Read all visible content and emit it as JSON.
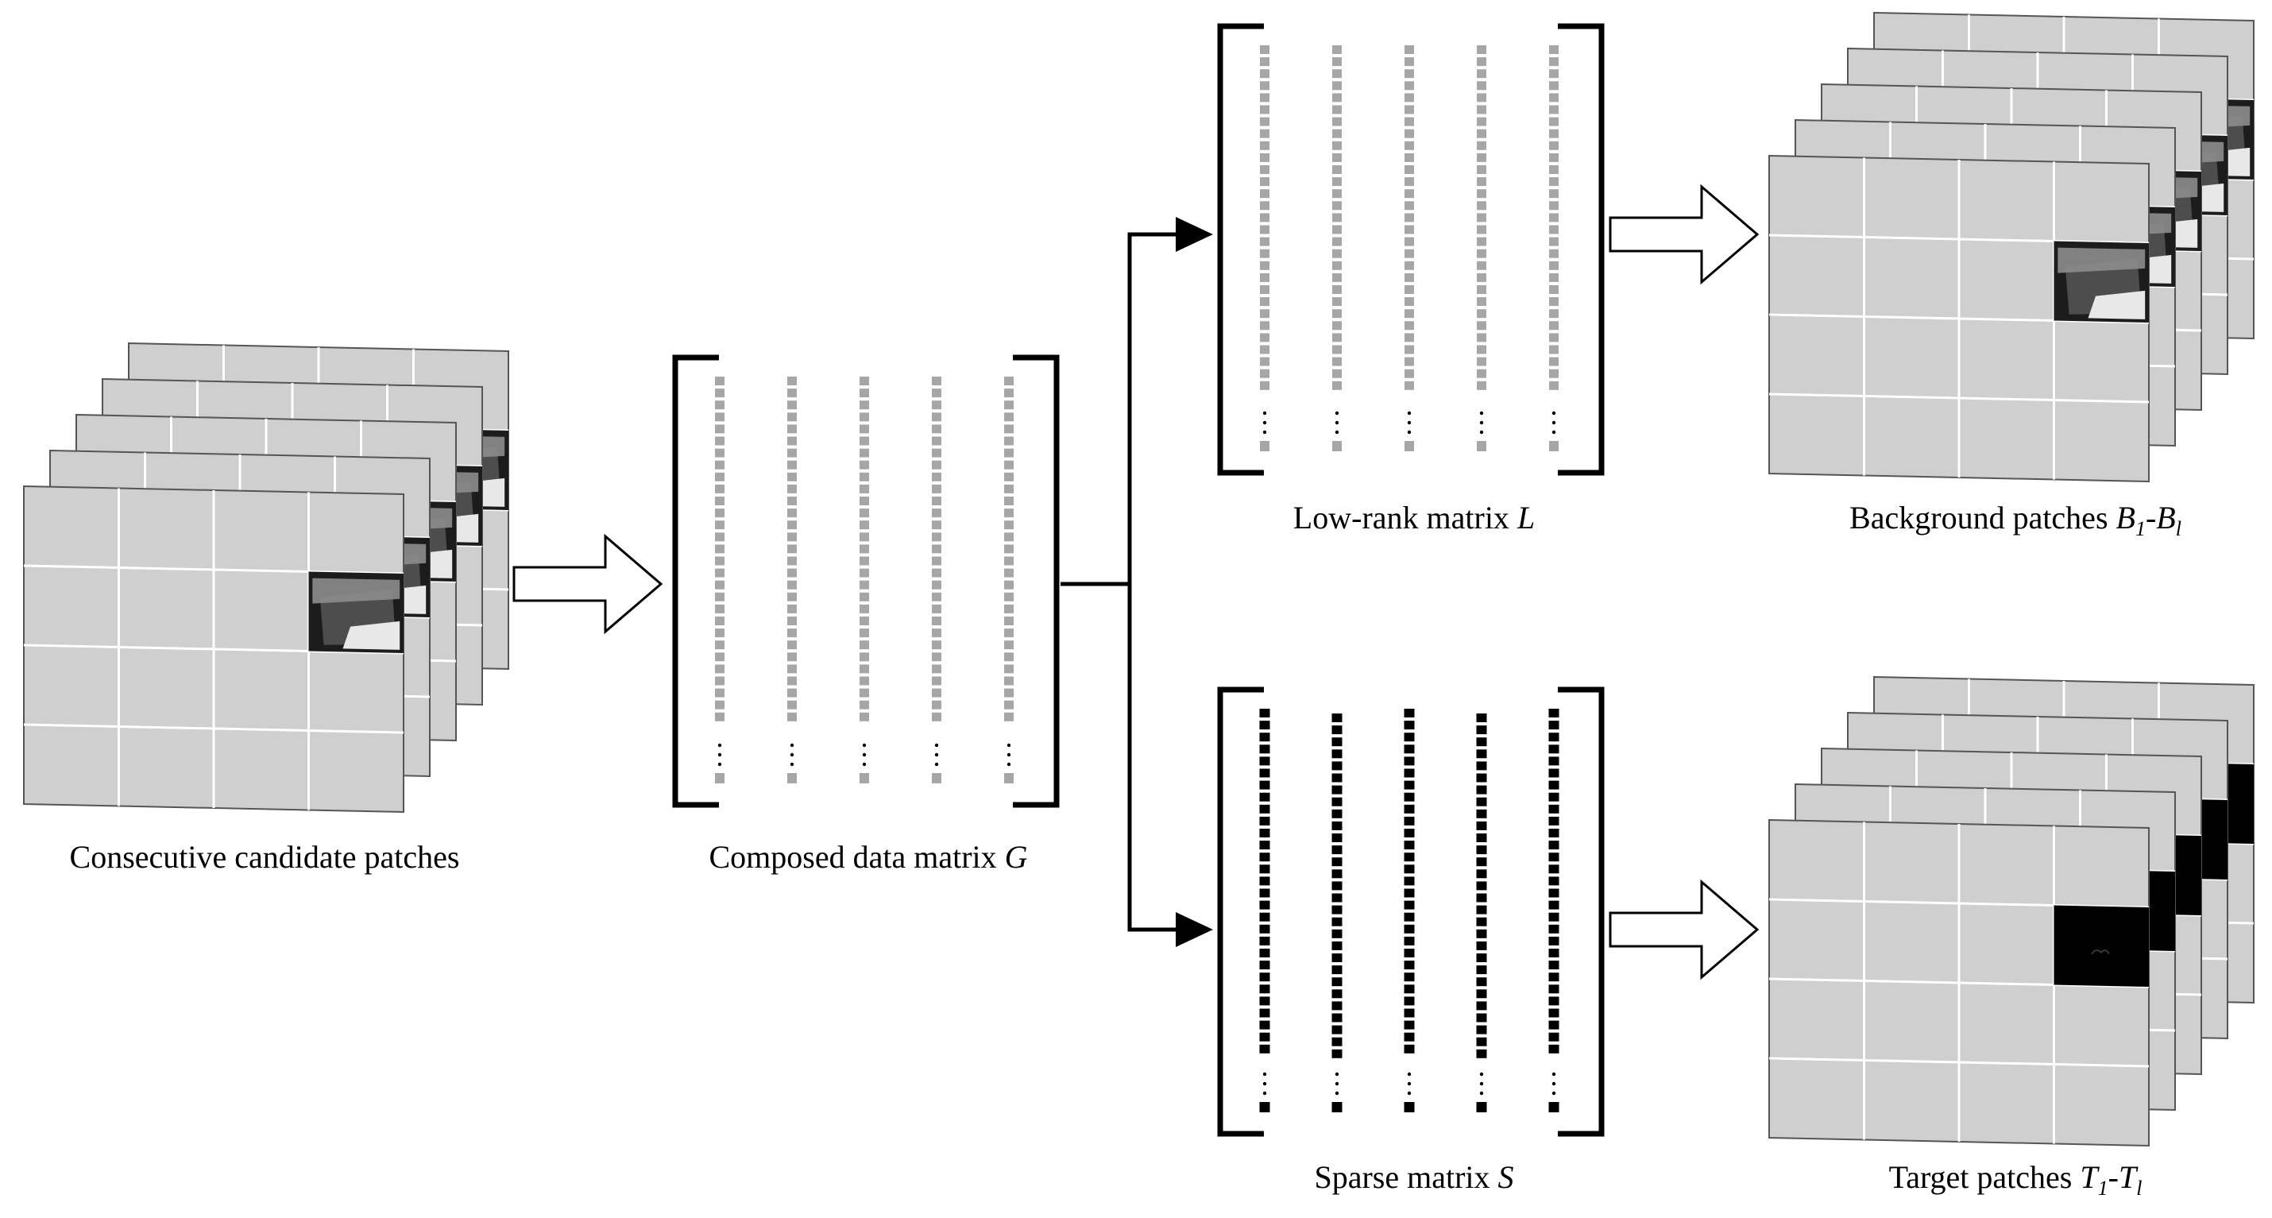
{
  "captions": {
    "candidates": "Consecutive candidate patches",
    "composed_prefix": "Composed data matrix",
    "composed_var": "G",
    "lowrank_prefix": "Low-rank matrix",
    "lowrank_var": "L",
    "sparse_prefix": "Sparse matrix",
    "sparse_var": "S",
    "background_prefix": "Background patches",
    "background_var1": "B",
    "background_sub1": "1",
    "background_dash": "-",
    "background_var2": "B",
    "background_sub2": "l",
    "target_prefix": "Target patches",
    "target_var1": "T",
    "target_sub1": "1",
    "target_dash": "-",
    "target_var2": "T",
    "target_sub2": "l"
  },
  "colors": {
    "patch_fill": "#cfcfcf",
    "grid_line": "#ffffff",
    "gray_cell": "#a6a6a6",
    "black_cell": "#000000",
    "dark_region": "#1c1c1c",
    "target_region": "#000000"
  },
  "matrices": {
    "columns_per_matrix": 5,
    "cell_color": {
      "G": "gray",
      "L": "gray",
      "S": "black"
    }
  },
  "patch_stacks": {
    "frames_per_stack": 5,
    "grid": "4x4"
  }
}
